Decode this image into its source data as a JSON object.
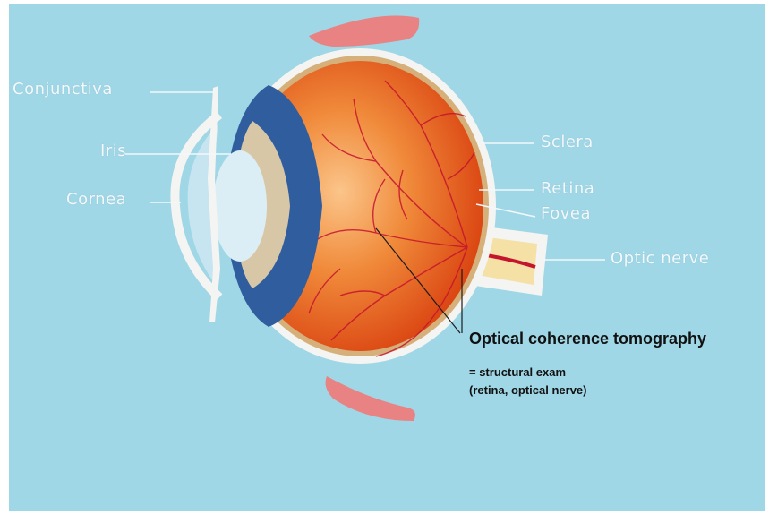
{
  "colors": {
    "background": "#9fd7e6",
    "sclera": "#f4f4f2",
    "eyeball": "#e8531a",
    "iris": "#2f5d9e",
    "lens": "#dceef5",
    "vessels": "#c4142e",
    "muscle": "#e98282",
    "label_text": "#f2f8fb",
    "annotation_text": "#111111"
  },
  "labels": {
    "conjunctiva": "Conjunctiva",
    "iris": "Iris",
    "cornea": "Cornea",
    "sclera": "Sclera",
    "retina": "Retina",
    "fovea": "Fovea",
    "optic_nerve": "Optic nerve"
  },
  "annotation": {
    "title": "Optical coherence tomography",
    "line1": "= structural exam",
    "line2": "(retina, optical nerve)"
  }
}
